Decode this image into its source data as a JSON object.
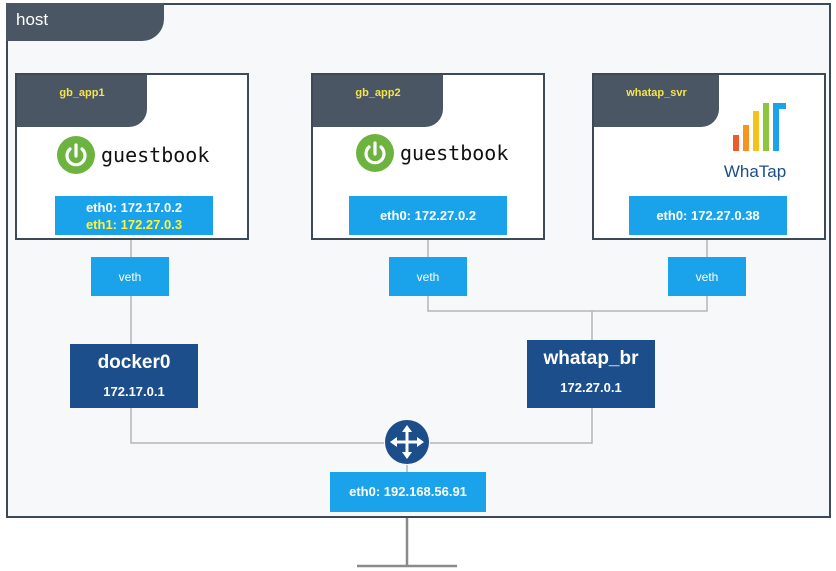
{
  "host": {
    "label": "host"
  },
  "containers": [
    {
      "name": "gb_app1",
      "app": "guestbook",
      "ips": [
        "eth0: 172.17.0.2",
        "eth1: 172.27.0.3"
      ],
      "veth": "veth"
    },
    {
      "name": "gb_app2",
      "app": "guestbook",
      "ips": [
        "eth0: 172.27.0.2"
      ],
      "veth": "veth"
    },
    {
      "name": "whatap_svr",
      "app": "WhaTap",
      "ips": [
        "eth0: 172.27.0.38"
      ],
      "veth": "veth"
    }
  ],
  "bridges": [
    {
      "name": "docker0",
      "ip": "172.17.0.1"
    },
    {
      "name": "whatap_br",
      "ip": "172.27.0.1"
    }
  ],
  "host_nic": {
    "label": "eth0: 192.168.56.91"
  },
  "icons": {
    "spring": "spring-power-icon",
    "whatap": "whatap-bars-icon",
    "router": "router-icon"
  },
  "colors": {
    "frame": "#3d4a56",
    "tab_text": "#f5e44a",
    "ip_box": "#1aa3ea",
    "bridge": "#1b4e8a",
    "spring_green": "#6db33f",
    "secondary_ip": "#fff23a"
  }
}
